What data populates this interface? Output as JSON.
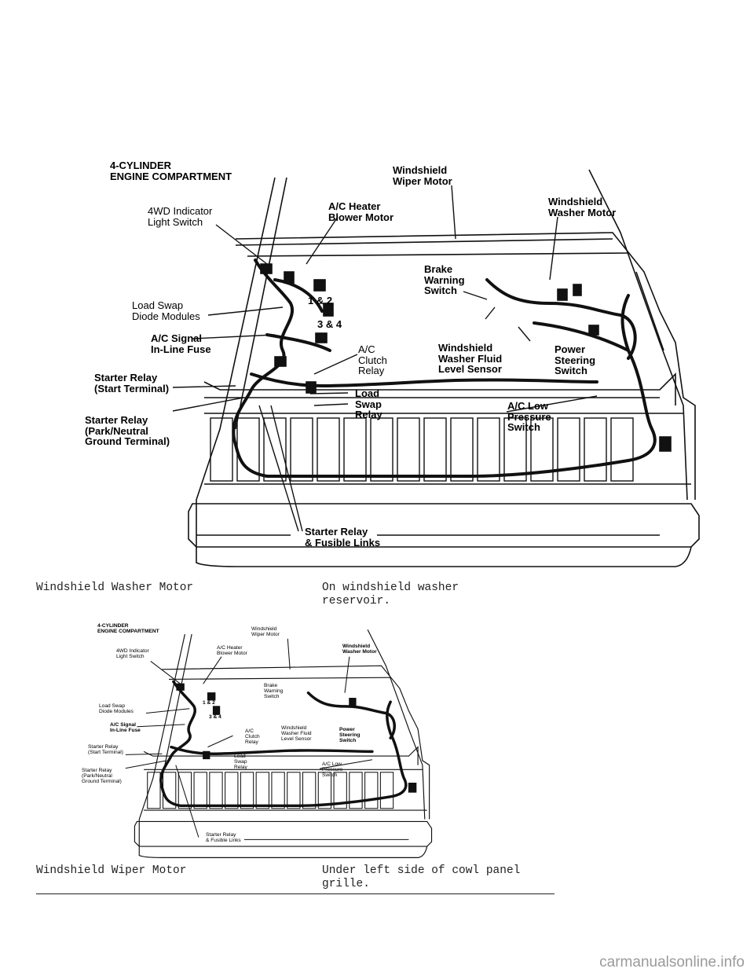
{
  "diagram": {
    "title_line1": "4-CYLINDER",
    "title_line2": "ENGINE COMPARTMENT",
    "labels": {
      "wiper_motor": [
        "Windshield",
        "Wiper Motor"
      ],
      "washer_motor": [
        "Windshield",
        "Washer Motor"
      ],
      "blower_motor": [
        "A/C Heater",
        "Blower Motor"
      ],
      "indicator_switch": [
        "4WD Indicator",
        "Light Switch"
      ],
      "brake_switch": [
        "Brake",
        "Warning",
        "Switch"
      ],
      "load_swap_diode": [
        "Load Swap",
        "Diode Modules"
      ],
      "num_1_2": "1 & 2",
      "num_3_4": "3 & 4",
      "ac_signal": [
        "A/C Signal",
        "In-Line Fuse"
      ],
      "ac_clutch": [
        "A/C",
        "Clutch",
        "Relay"
      ],
      "washer_sensor": [
        "Windshield",
        "Washer Fluid",
        "Level Sensor"
      ],
      "power_steering": [
        "Power",
        "Steering",
        "Switch"
      ],
      "starter_start": [
        "Starter Relay",
        "(Start Terminal)"
      ],
      "load_swap_relay": [
        "Load",
        "Swap",
        "Relay"
      ],
      "ac_low": [
        "A/C Low",
        "Pressure",
        "Switch"
      ],
      "starter_park": [
        "Starter Relay",
        "(Park/Neutral",
        "Ground Terminal)"
      ],
      "fusible": [
        "Starter Relay",
        "& Fusible Links"
      ]
    }
  },
  "rows": [
    {
      "component": "Windshield Washer Motor",
      "location": "On windshield washer\nreservoir."
    },
    {
      "component": "Windshield Wiper Motor",
      "location": "Under left side of cowl panel\ngrille."
    }
  ],
  "watermark": "carmanualsonline.info"
}
